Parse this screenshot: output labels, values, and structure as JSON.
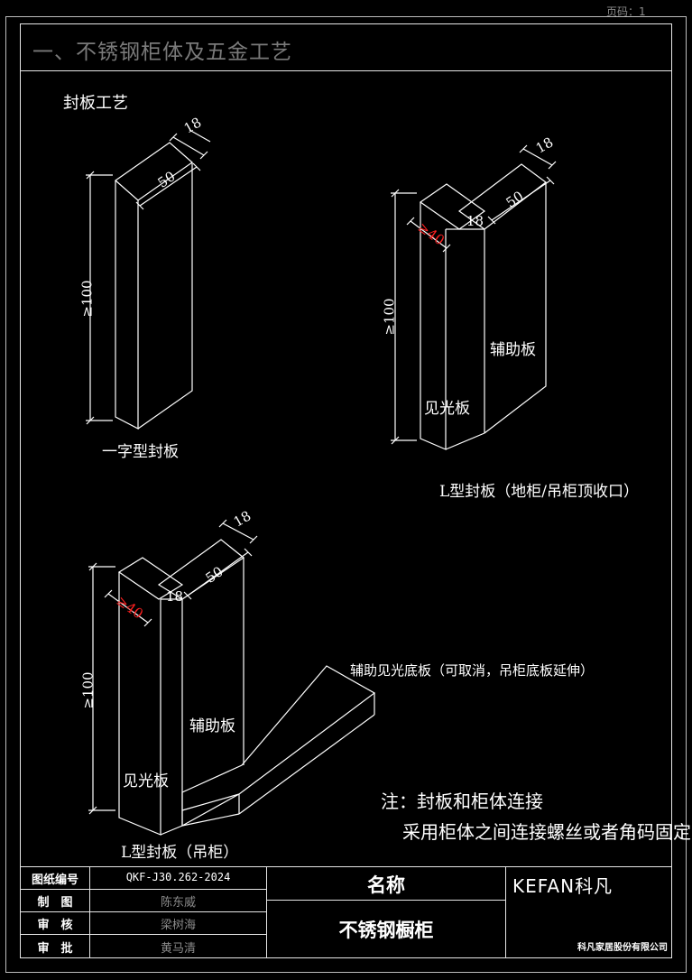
{
  "page_number": "页码：1",
  "heading": "一、不锈钢柜体及五金工艺",
  "section_label": "封板工艺",
  "figure1": {
    "dim_thickness": "18",
    "dim_width": "50",
    "dim_height": "≥100",
    "caption": "一字型封板"
  },
  "figure2": {
    "dim_thickness": "18",
    "dim_width": "50",
    "dim_thickness2": "18",
    "dim_return": "≥40",
    "dim_height": "≥100",
    "label_face": "见光板",
    "label_aux": "辅助板",
    "caption": "L型封板（地柜/吊柜顶收口）"
  },
  "figure3": {
    "dim_thickness": "18",
    "dim_width": "50",
    "dim_thickness2": "18",
    "dim_return": "≥40",
    "dim_height": "≥100",
    "label_face": "见光板",
    "label_aux": "辅助板",
    "label_bottom": "辅助见光底板（可取消，吊柜底板延伸）",
    "caption": "L型封板（吊柜）"
  },
  "note": {
    "line1": "注：封板和柜体连接",
    "line2": "采用柜体之间连接螺丝或者角码固定；"
  },
  "title_block": {
    "drawing_no_label": "图纸编号",
    "drawing_no": "QKF-J30.262-2024",
    "drawn_label": "制　图",
    "drawn_by": "陈东威",
    "checked_label": "审　核",
    "checked_by": "梁树海",
    "approved_label": "审　批",
    "approved_by": "黄马清",
    "name_label": "名称",
    "name_value": "不锈钢橱柜",
    "logo_text": "KEFAN科凡",
    "company": "科凡家居股份有限公司"
  },
  "colors": {
    "background": "#000000",
    "lines": "#ffffff",
    "dimension_highlight": "#ff2020",
    "heading": "#7a7a7a"
  }
}
